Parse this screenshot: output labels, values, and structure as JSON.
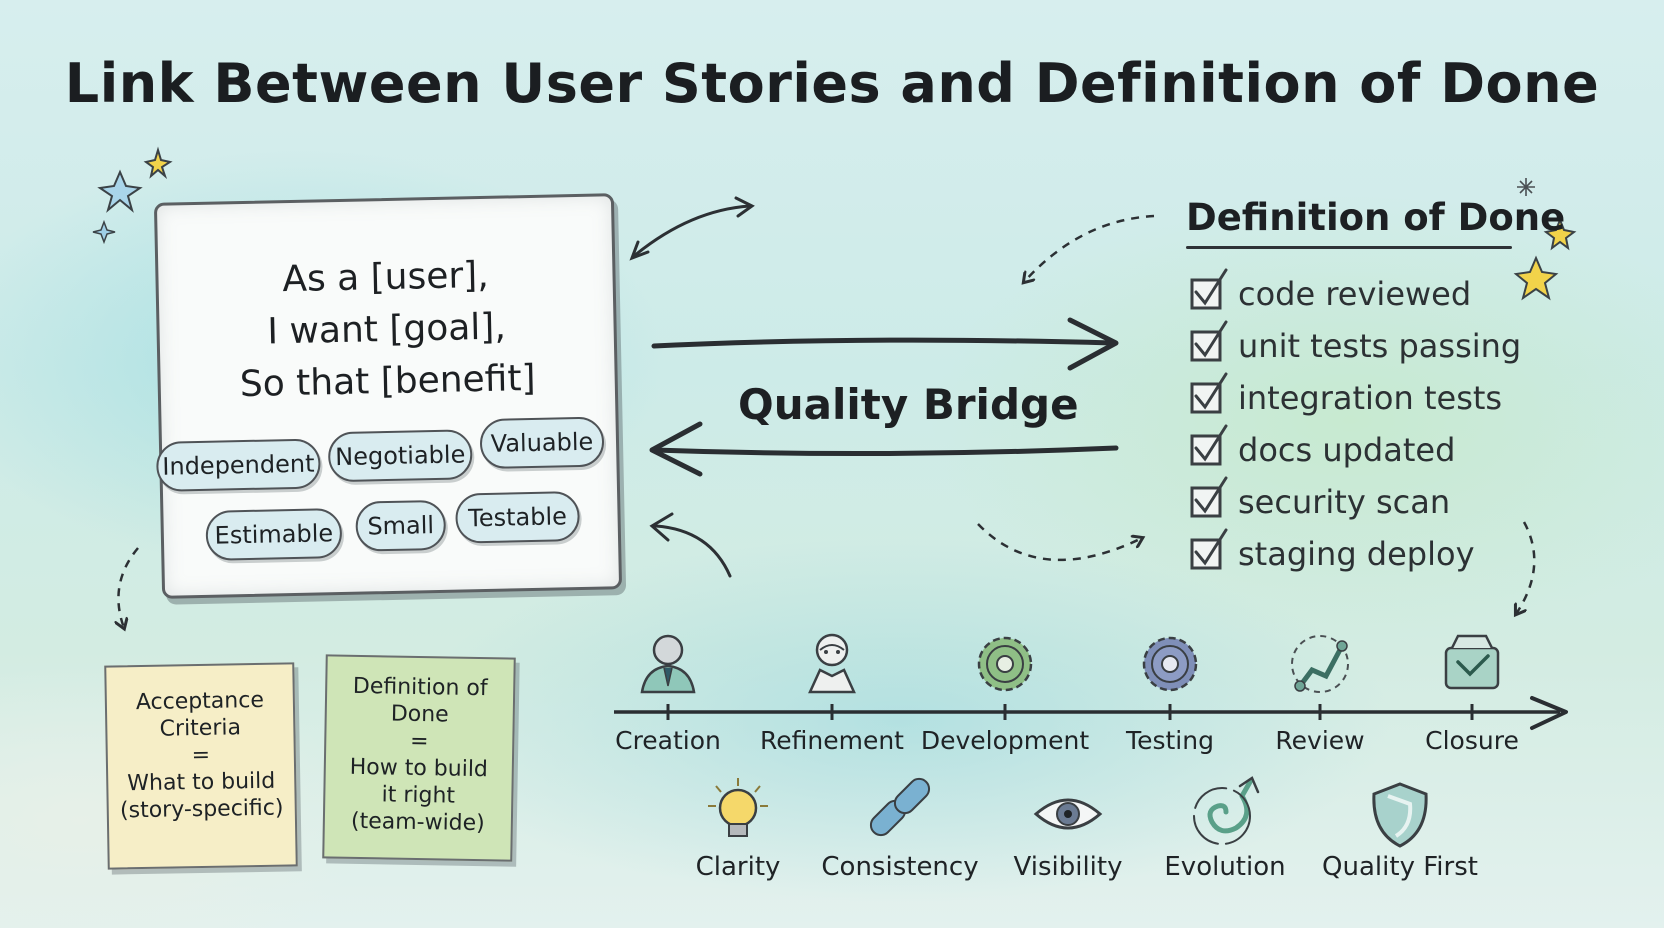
{
  "title": "Link Between User Stories and Definition of Done",
  "user_story": {
    "lines": [
      "As a [user],",
      "I want [goal],",
      "So that [benefit]"
    ],
    "invest_tags": [
      "Independent",
      "Negotiable",
      "Valuable",
      "Estimable",
      "Small",
      "Testable"
    ]
  },
  "bridge_label": "Quality Bridge",
  "definition_of_done": {
    "heading": "Definition of Done",
    "items": [
      "code reviewed",
      "unit tests passing",
      "integration tests",
      "docs updated",
      "security scan",
      "staging deploy"
    ]
  },
  "sticky_notes": [
    {
      "lines": [
        "Acceptance",
        "Criteria",
        "=",
        "What to build",
        "(story-specific)"
      ]
    },
    {
      "lines": [
        "Definition of",
        "Done",
        "=",
        "How to build",
        "it right",
        "(team-wide)"
      ]
    }
  ],
  "timeline": {
    "stages": [
      {
        "label": "Creation",
        "icon": "person-icon"
      },
      {
        "label": "Refinement",
        "icon": "refinement-person-icon"
      },
      {
        "label": "Development",
        "icon": "gear-icon"
      },
      {
        "label": "Testing",
        "icon": "test-gear-icon"
      },
      {
        "label": "Review",
        "icon": "review-path-icon"
      },
      {
        "label": "Closure",
        "icon": "closure-box-icon"
      }
    ]
  },
  "values": [
    {
      "label": "Clarity",
      "icon": "lightbulb-icon"
    },
    {
      "label": "Consistency",
      "icon": "chain-link-icon"
    },
    {
      "label": "Visibility",
      "icon": "eye-icon"
    },
    {
      "label": "Evolution",
      "icon": "spiral-arrow-icon"
    },
    {
      "label": "Quality First",
      "icon": "shield-icon"
    }
  ],
  "colors": {
    "ink": "#1f2326",
    "pill_fill": "#d9ecf0",
    "sticky_yellow": "#f6eec7",
    "sticky_green": "#cfe5b7",
    "star_gold": "#f2d34a",
    "star_blue": "#9fcfe6"
  }
}
